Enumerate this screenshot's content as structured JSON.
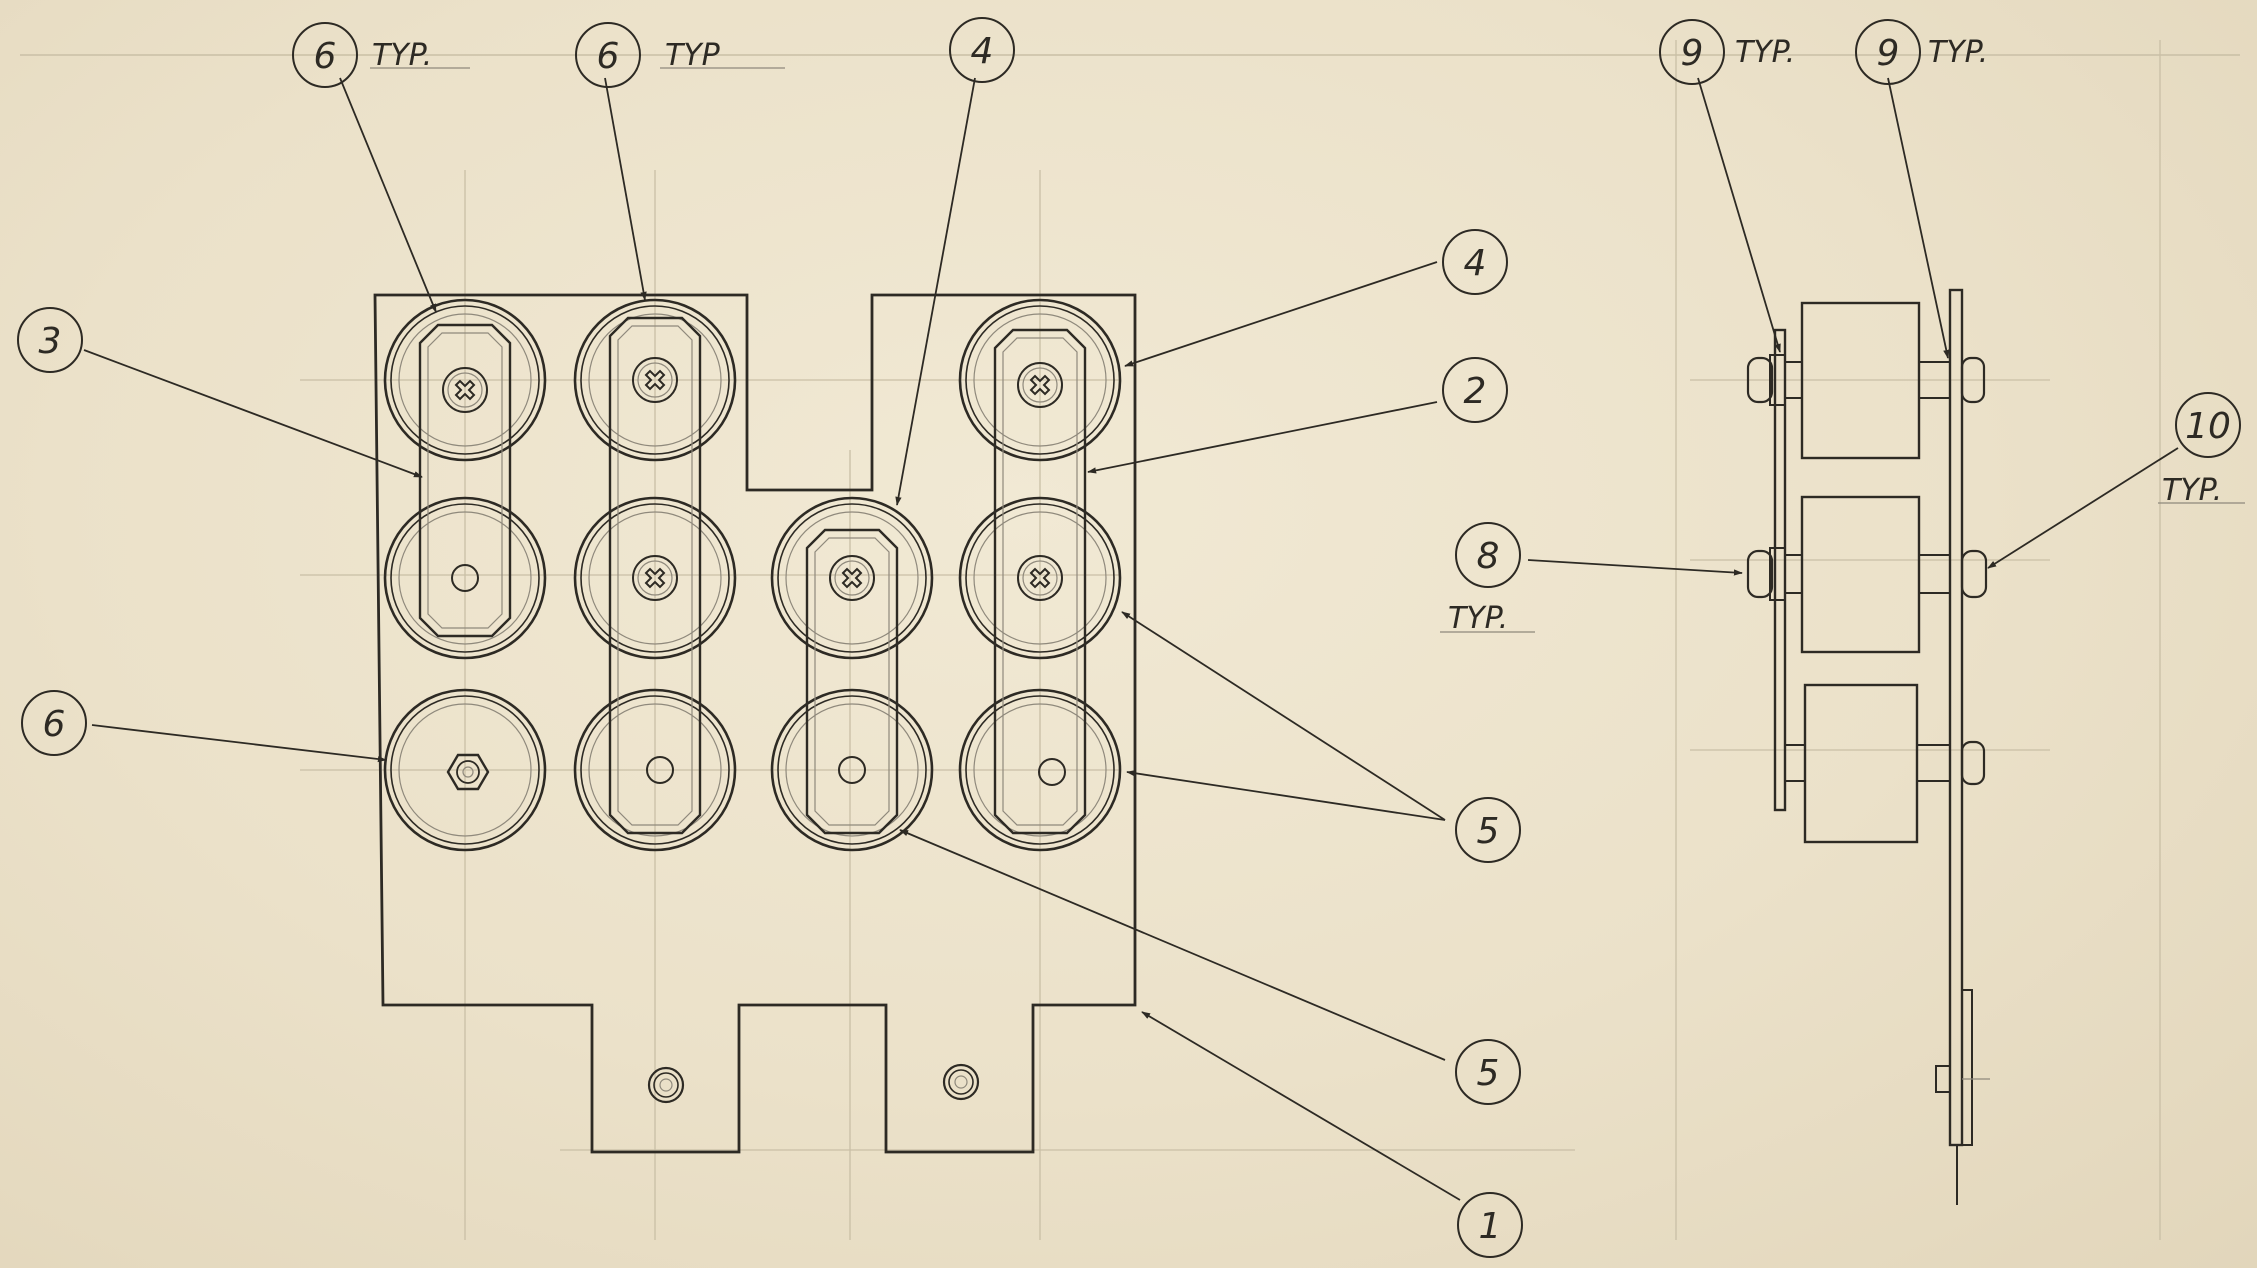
{
  "drawing": {
    "ink_color": "#2d2a24",
    "paper_color": "#ece3cd",
    "callouts": [
      {
        "id": "c-6a",
        "number": "6",
        "note": "TYP."
      },
      {
        "id": "c-6b",
        "number": "6",
        "note": "TYP"
      },
      {
        "id": "c-4a",
        "number": "4",
        "note": ""
      },
      {
        "id": "c-4b",
        "number": "4",
        "note": ""
      },
      {
        "id": "c-3",
        "number": "3",
        "note": ""
      },
      {
        "id": "c-2",
        "number": "2",
        "note": ""
      },
      {
        "id": "c-6c",
        "number": "6",
        "note": ""
      },
      {
        "id": "c-5a",
        "number": "5",
        "note": ""
      },
      {
        "id": "c-5b",
        "number": "5",
        "note": ""
      },
      {
        "id": "c-1",
        "number": "1",
        "note": ""
      },
      {
        "id": "c-9a",
        "number": "9",
        "note": "TYP."
      },
      {
        "id": "c-9b",
        "number": "9",
        "note": "TYP."
      },
      {
        "id": "c-10",
        "number": "10",
        "note": "TYP."
      },
      {
        "id": "c-8",
        "number": "8",
        "note": "TYP."
      }
    ]
  }
}
